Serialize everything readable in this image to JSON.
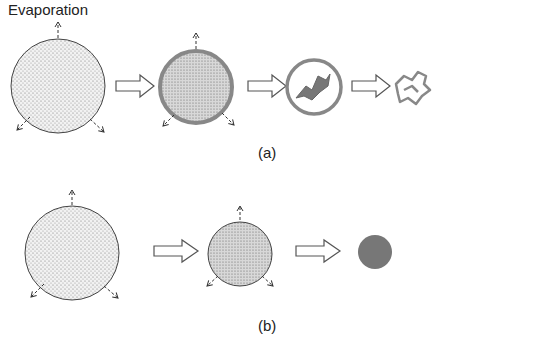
{
  "diagram": {
    "labels": [
      "Evaporation",
      "(a)",
      "(b)"
    ]
  }
}
